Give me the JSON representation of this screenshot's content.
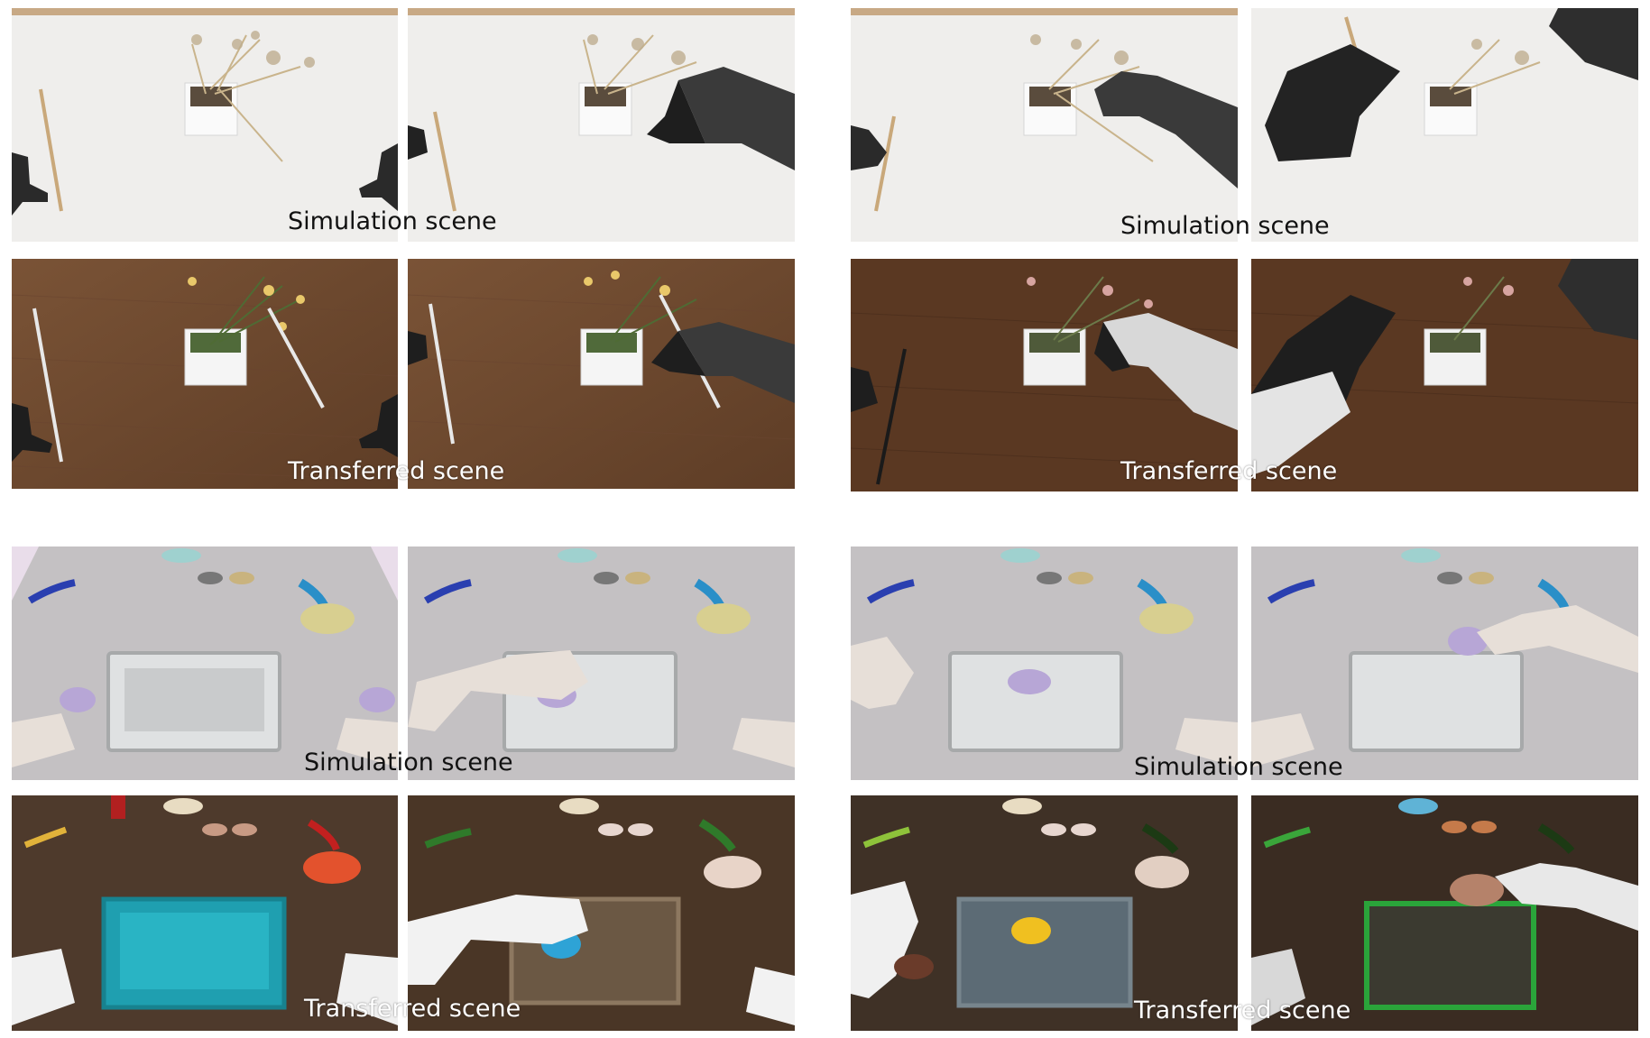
{
  "figure": {
    "captions": {
      "flower_sim": "Simulation scene",
      "flower_trans": "Transferred scene",
      "flower2_sim": "Simulation scene",
      "flower2_trans": "Transferred scene",
      "kitchen_sim": "Simulation scene",
      "kitchen_trans": "Transferred scene",
      "kitchen2_sim": "Simulation scene",
      "kitchen2_trans": "Transferred scene"
    }
  }
}
